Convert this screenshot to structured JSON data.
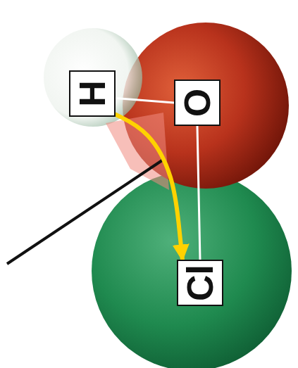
{
  "diagram": {
    "nodes": [
      {
        "text": [
          "H"
        ]
      },
      {
        "text": [
          "O"
        ]
      },
      {
        "text": [
          "Cl"
        ]
      }
    ],
    "edges": [
      {
        "from": 0,
        "to": 1,
        "arrow": "none"
      },
      {
        "from": 1,
        "to": 2,
        "arrow": "none"
      },
      {
        "from": 0,
        "to": 2,
        "arrow": "to"
      }
    ]
  }
}
